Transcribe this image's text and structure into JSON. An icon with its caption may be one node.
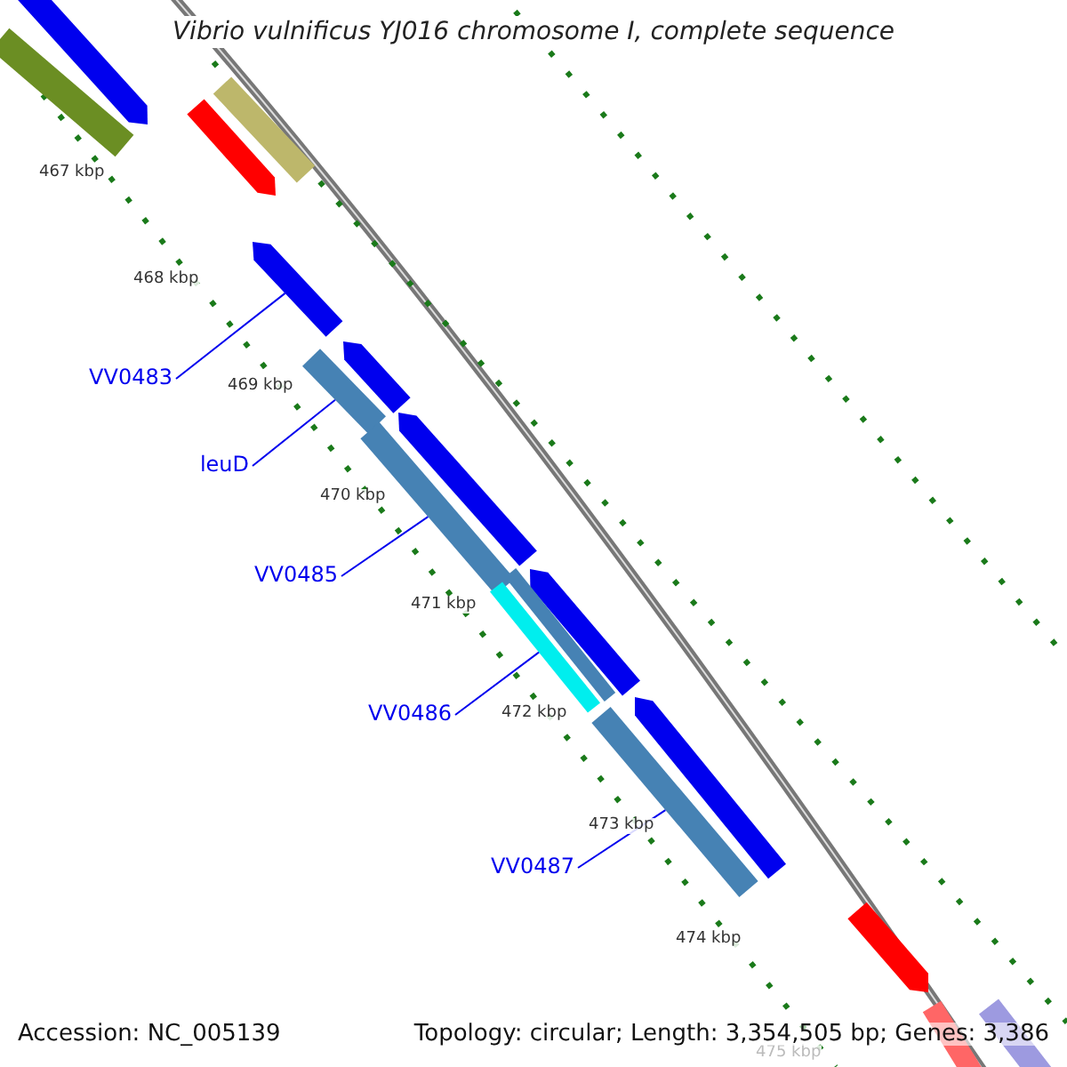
{
  "diagram": {
    "title": "Vibrio vulnificus YJ016 chromosome I, complete sequence",
    "nodes": [
      {
        "text": [
          "VV0483"
        ]
      },
      {
        "text": [],
        "shape": "bar"
      },
      {
        "text": [
          "leuD"
        ]
      },
      {
        "text": [],
        "shape": "bar"
      },
      {
        "text": [
          "VV0485"
        ]
      },
      {
        "text": [],
        "shape": "bar"
      },
      {
        "text": [
          "VV0486"
        ]
      },
      {
        "text": [],
        "shape": "bar"
      },
      {
        "text": [
          "VV0487"
        ]
      },
      {
        "text": [],
        "shape": "bar"
      },
      {
        "text": [],
        "shape": "bar"
      },
      {
        "text": [],
        "shape": "bar"
      },
      {
        "text": [],
        "shape": "bar"
      },
      {
        "text": [],
        "shape": "bar"
      },
      {
        "text": [],
        "shape": "bar"
      },
      {
        "text": [],
        "shape": "bar"
      },
      {
        "text": [],
        "shape": "bar"
      },
      {
        "text": [],
        "shape": "bar"
      },
      {
        "text": [],
        "shape": "bar"
      },
      {
        "text": [],
        "shape": "bar"
      },
      {
        "text": [],
        "shape": "bar"
      },
      {
        "text": [],
        "shape": "bar"
      }
    ],
    "edges": [
      {
        "from": 0,
        "to": 1,
        "arrow": "none"
      },
      {
        "from": 2,
        "to": 3,
        "arrow": "none"
      },
      {
        "from": 4,
        "to": 5,
        "arrow": "none"
      },
      {
        "from": 6,
        "to": 7,
        "arrow": "none"
      },
      {
        "from": 8,
        "to": 9,
        "arrow": "none"
      }
    ],
    "labels": [
      "467 kbp",
      "468 kbp",
      "469 kbp",
      "470 kbp",
      "471 kbp",
      "472 kbp",
      "473 kbp",
      "474 kbp",
      "475 kbp",
      "Accession: NC_005139",
      "Topology: circular; Length: 3,354,505 bp; Genes: 3,386"
    ]
  }
}
